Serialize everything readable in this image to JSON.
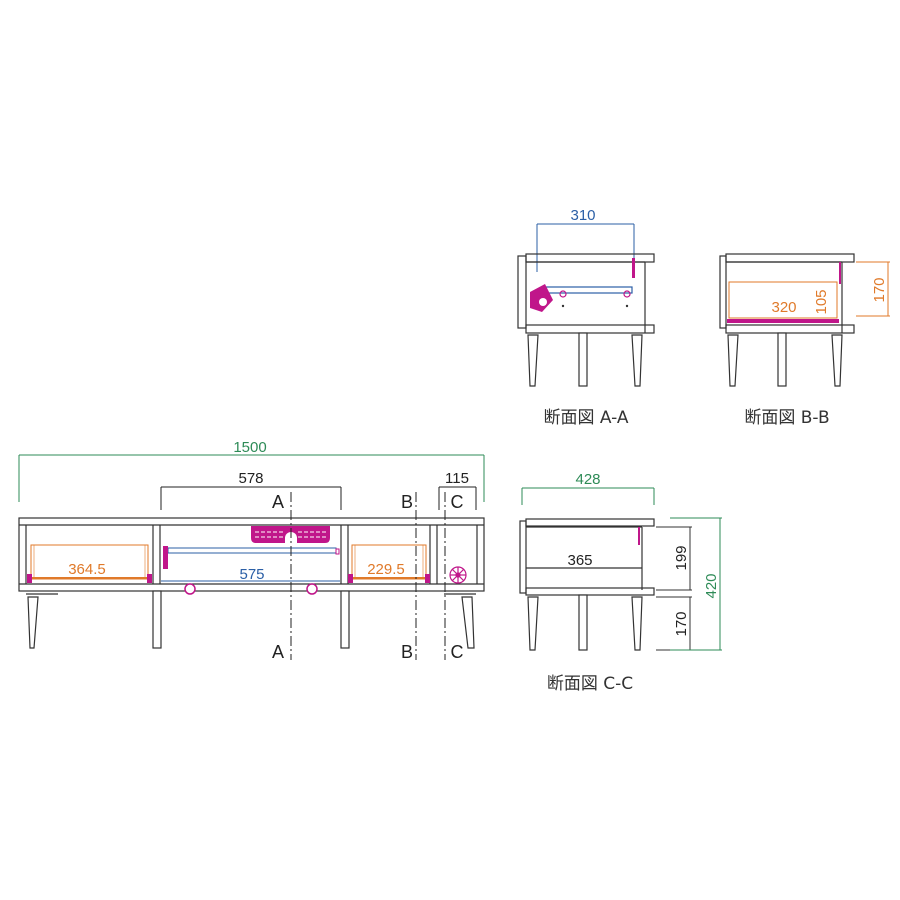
{
  "drawing": {
    "title": "TV board dimension drawing",
    "colors": {
      "outline": "#333333",
      "overall_dim": "#2e8b57",
      "inner_dim": "#222222",
      "drawer_dim": "#e07a2a",
      "shelf_dim": "#2b5fa6",
      "hardware": "#c0168a"
    }
  },
  "front_view": {
    "overall_width": "1500",
    "center_opening_width": "578",
    "side_section_width": "115",
    "left_drawer_width": "364.5",
    "center_shelf_width": "575",
    "right_drawer_width": "229.5",
    "section_markers": {
      "a_top": "A",
      "a_bottom": "A",
      "b_top": "B",
      "b_bottom": "B",
      "c_top": "C",
      "c_bottom": "C"
    }
  },
  "section_aa": {
    "caption": "断面図 A-A",
    "shelf_depth": "310"
  },
  "section_bb": {
    "caption": "断面図 B-B",
    "drawer_depth": "320",
    "drawer_height": "105",
    "body_height": "170"
  },
  "section_cc": {
    "caption": "断面図 C-C",
    "overall_depth": "428",
    "inner_depth": "365",
    "body_height": "199",
    "leg_height": "170",
    "total_height": "420"
  }
}
